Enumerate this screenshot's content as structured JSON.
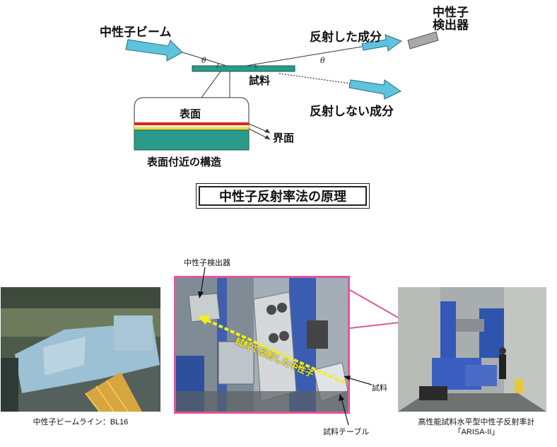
{
  "diagram": {
    "title": "中性子反射率法の原理",
    "beam_label": "中性子ビーム",
    "reflected_label": "反射した成分",
    "detector_label_line1": "中性子",
    "detector_label_line2": "検出器",
    "sample_label": "試料",
    "non_reflected_label": "反射しない成分",
    "surface_label": "表面",
    "interface_label": "界面",
    "structure_label": "表面付近の構造",
    "theta_left": "θ",
    "theta_right": "θ"
  },
  "photos": {
    "left_caption": "中性子ビームライン：BL16",
    "center_detector_callout": "中性子検出器",
    "center_sample_callout": "試料",
    "center_table_callout": "試料テーブル",
    "center_overlay_text": "試料で反射した中性子",
    "right_caption_line1": "高性能試料水平型中性子反射率計",
    "right_caption_line2": "「ARISA-II」"
  },
  "colors": {
    "beam_arrow": "#5ec3dc",
    "sample_plate": "#2a9a8a",
    "surface_red": "#d8262a",
    "surface_yellow": "#e8d84a",
    "photo_frame": "#e0589c",
    "overlay_arrow": "#f2ee1e"
  }
}
